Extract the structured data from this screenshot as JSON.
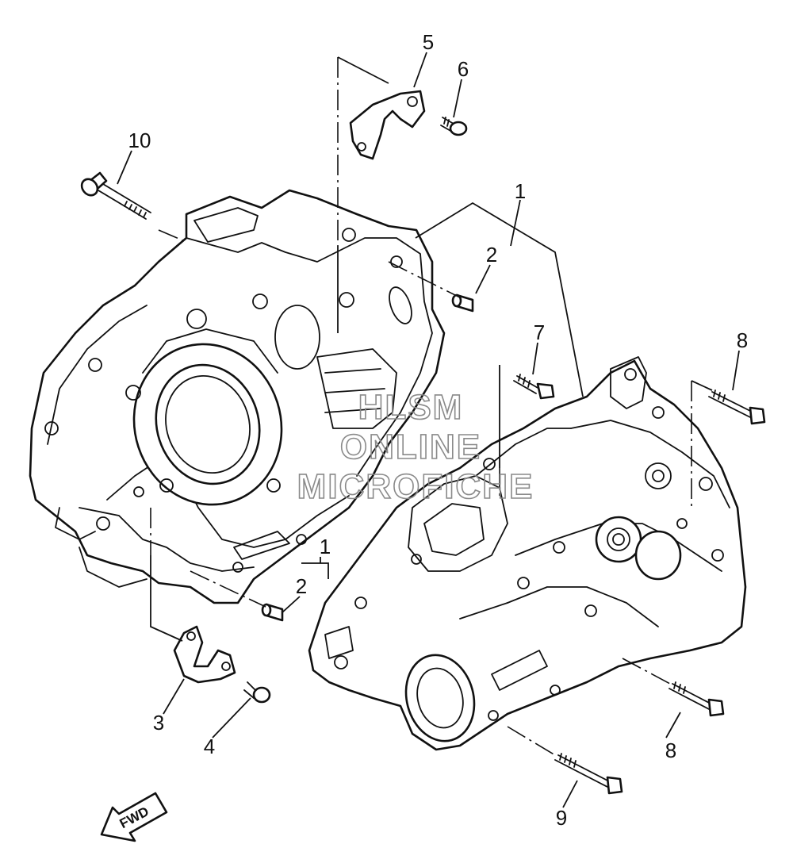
{
  "callouts": {
    "c1a": "1",
    "c1b": "1",
    "c2a": "2",
    "c2b": "2",
    "c3": "3",
    "c4": "4",
    "c5": "5",
    "c6": "6",
    "c7": "7",
    "c8a": "8",
    "c8b": "8",
    "c9": "9",
    "c10": "10"
  },
  "watermark": {
    "line1": "HLSM",
    "line2": "ONLINE",
    "line3": "MICROFICHE"
  },
  "direction_arrow": {
    "label": "FWD"
  }
}
